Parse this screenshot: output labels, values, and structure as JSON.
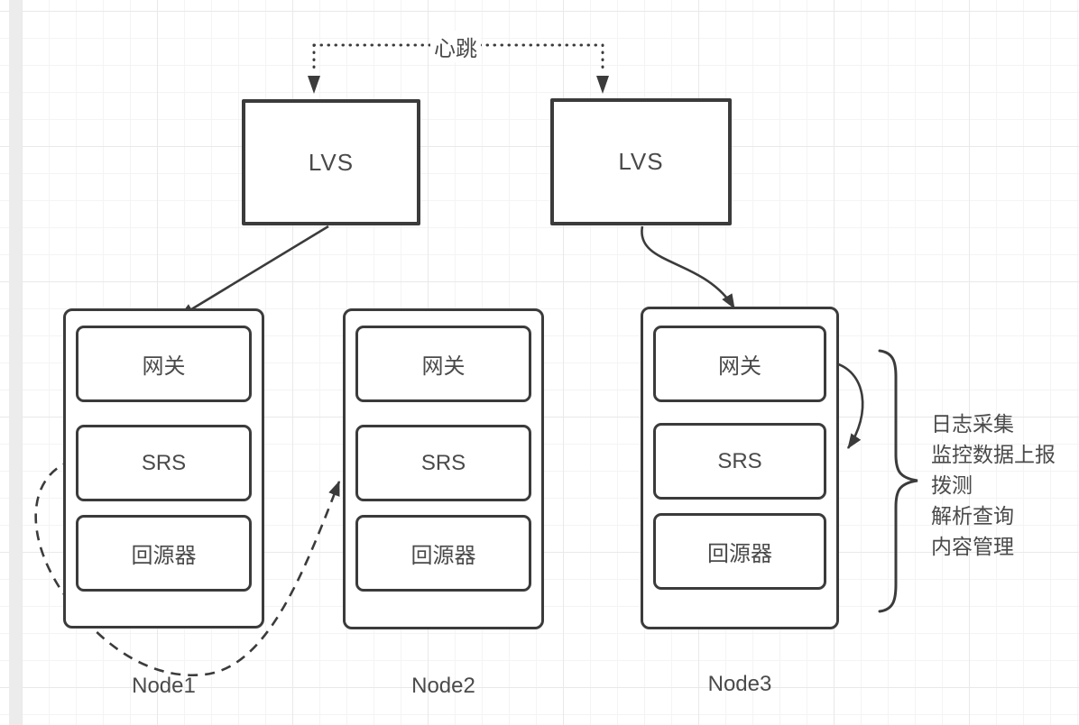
{
  "canvas": {
    "heartbeat_label": "心跳",
    "lvs_nodes": [
      {
        "label": "LVS"
      },
      {
        "label": "LVS"
      }
    ],
    "cluster_nodes": [
      {
        "label": "Node1",
        "components": [
          "网关",
          "SRS",
          "回源器"
        ]
      },
      {
        "label": "Node2",
        "components": [
          "网关",
          "SRS",
          "回源器"
        ]
      },
      {
        "label": "Node3",
        "components": [
          "网关",
          "SRS",
          "回源器"
        ]
      }
    ],
    "brace_annotation": {
      "items": [
        "日志采集",
        "监控数据上报",
        "拨测",
        "解析查询",
        "内容管理"
      ]
    },
    "colors": {
      "stroke": "#3b3b3b",
      "text": "#4a4a4a",
      "grid_minor": "#f4f4f4",
      "grid_major": "#e9e9e9",
      "gutter": "#ececec",
      "shape_fill": "#ffffff"
    }
  }
}
